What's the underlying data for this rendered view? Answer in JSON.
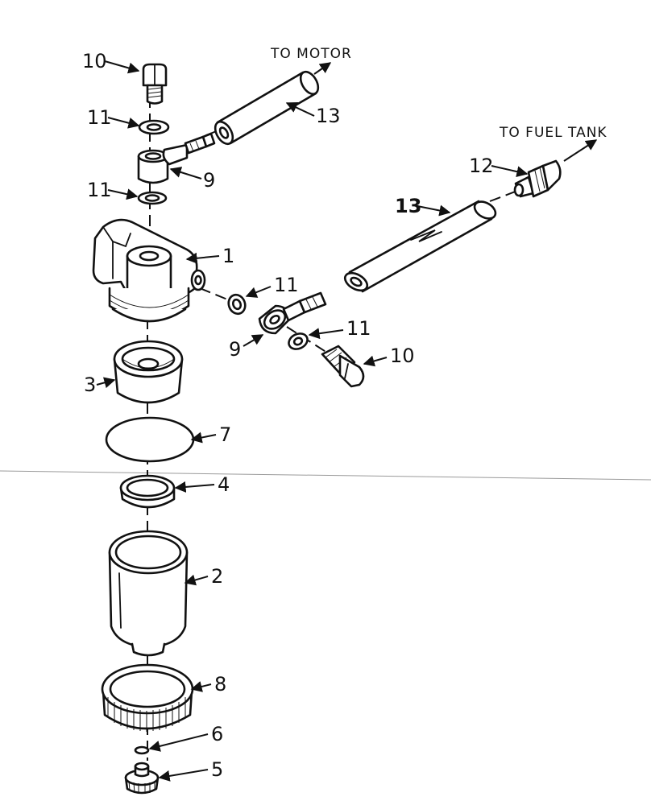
{
  "labels": {
    "to_motor": "TO MOTOR",
    "to_fuel_tank": "TO FUEL TANK"
  },
  "callouts": {
    "c1": "1",
    "c2": "2",
    "c3": "3",
    "c4": "4",
    "c5": "5",
    "c6": "6",
    "c7": "7",
    "c8": "8",
    "c9_top": "9",
    "c9_right": "9",
    "c10_top": "10",
    "c10_right": "10",
    "c11_a": "11",
    "c11_b": "11",
    "c11_c": "11",
    "c11_d": "11",
    "c12": "12",
    "c13_top": "13",
    "c13_right": "13"
  }
}
